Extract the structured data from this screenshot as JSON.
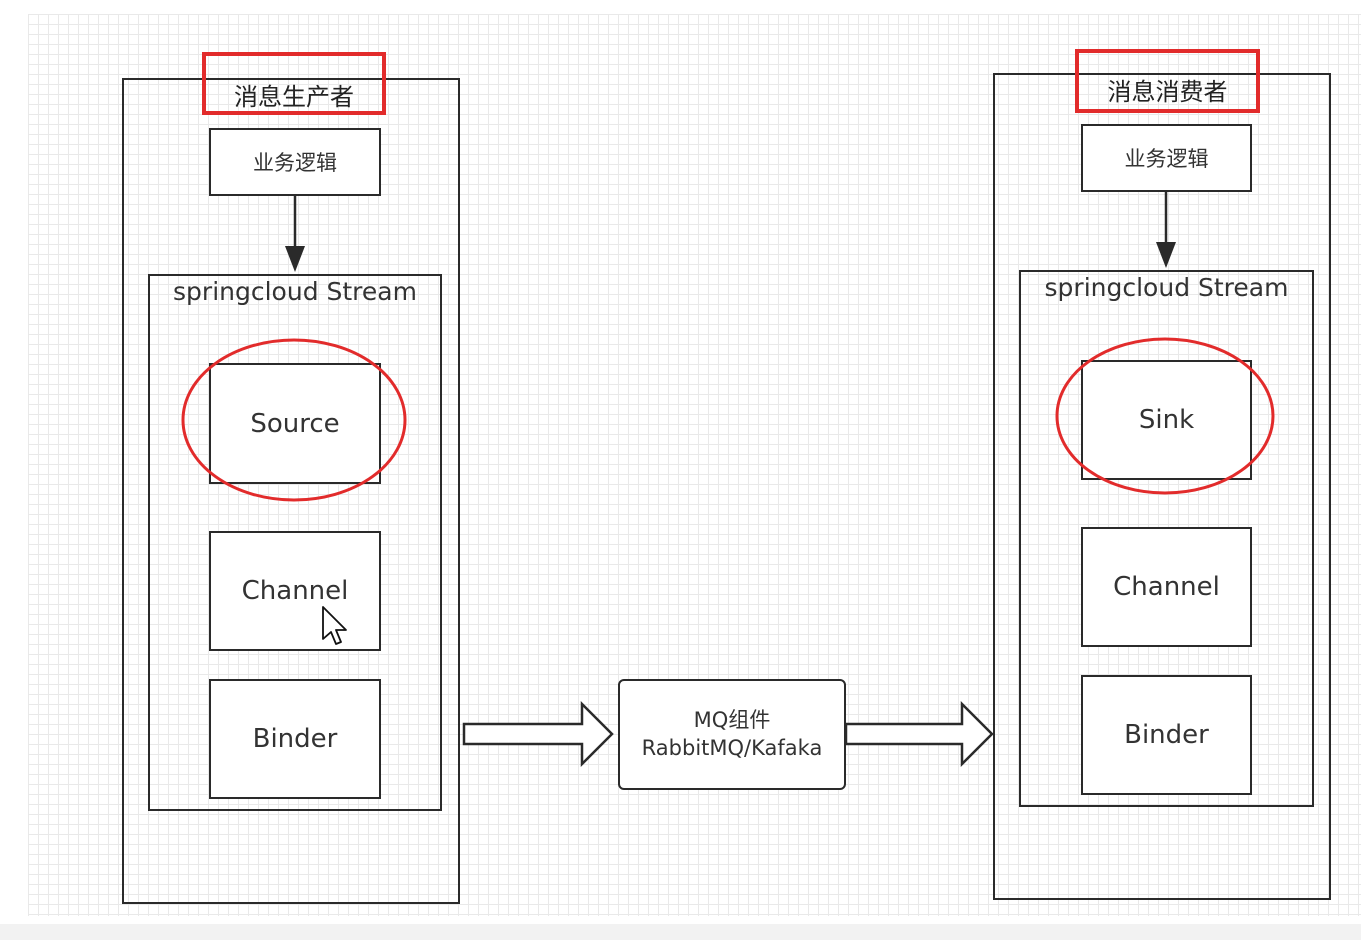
{
  "producer": {
    "title": "消息生产者",
    "business": "业务逻辑",
    "stream": "springcloud Stream",
    "source": "Source",
    "channel": "Channel",
    "binder": "Binder"
  },
  "consumer": {
    "title": "消息消费者",
    "business": "业务逻辑",
    "stream": "springcloud Stream",
    "sink": "Sink",
    "channel": "Channel",
    "binder": "Binder"
  },
  "mq": {
    "line1": "MQ组件",
    "line2": "RabbitMQ/Kafaka"
  },
  "colors": {
    "highlight": "#e22b2b",
    "stroke": "#2a2a2a",
    "grid": "#e9e9e9"
  }
}
